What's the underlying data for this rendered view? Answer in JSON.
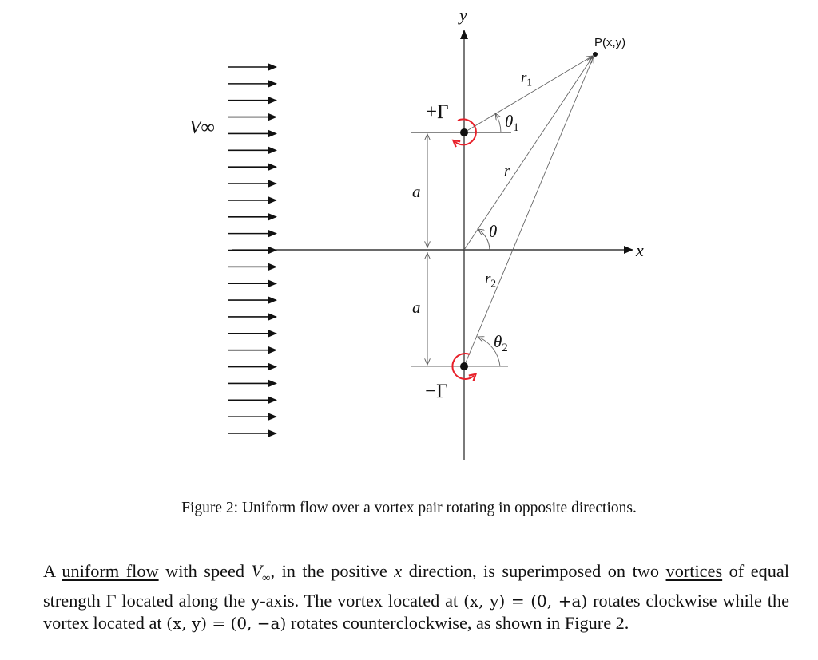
{
  "figure": {
    "freestream_label": "V∞",
    "freestream_arrow_count": 23,
    "axis_labels": {
      "x": "x",
      "y": "y"
    },
    "point_label": "P(x,y)",
    "upper_vortex": {
      "strength_label": "+Γ",
      "rotation": "clockwise",
      "angle_label": "θ",
      "angle_sub": "1",
      "radius_label": "r",
      "radius_sub": "1"
    },
    "lower_vortex": {
      "strength_label": "−Γ",
      "rotation": "counterclockwise",
      "angle_label": "θ",
      "angle_sub": "2",
      "radius_label": "r",
      "radius_sub": "2"
    },
    "origin": {
      "radius_label": "r",
      "angle_label": "θ"
    },
    "dimension_labels": {
      "upper": "a",
      "lower": "a"
    },
    "colors": {
      "ink": "#111111",
      "thin_line": "#555555",
      "vortex_rotation": "#e8202a"
    }
  },
  "caption": "Figure 2: Uniform flow over a vortex pair rotating in opposite directions.",
  "paragraph": {
    "p1": "A ",
    "link1": "uniform flow",
    "p2": " with speed ",
    "vinf_V": "V",
    "vinf_sub": "∞",
    "p3": ", in the positive ",
    "xvar": "x",
    "p4": " direction, is superimposed on two ",
    "link2": "vortices",
    "p5": " of equal strength Γ located along the y-axis. The vortex located at ",
    "eq1": "(x, y) = (0, +a)",
    "p6": " rotates clockwise while the vortex located at ",
    "eq2": "(x, y) = (0, −a)",
    "p7": " rotates counterclockwise, as shown in Figure 2."
  }
}
